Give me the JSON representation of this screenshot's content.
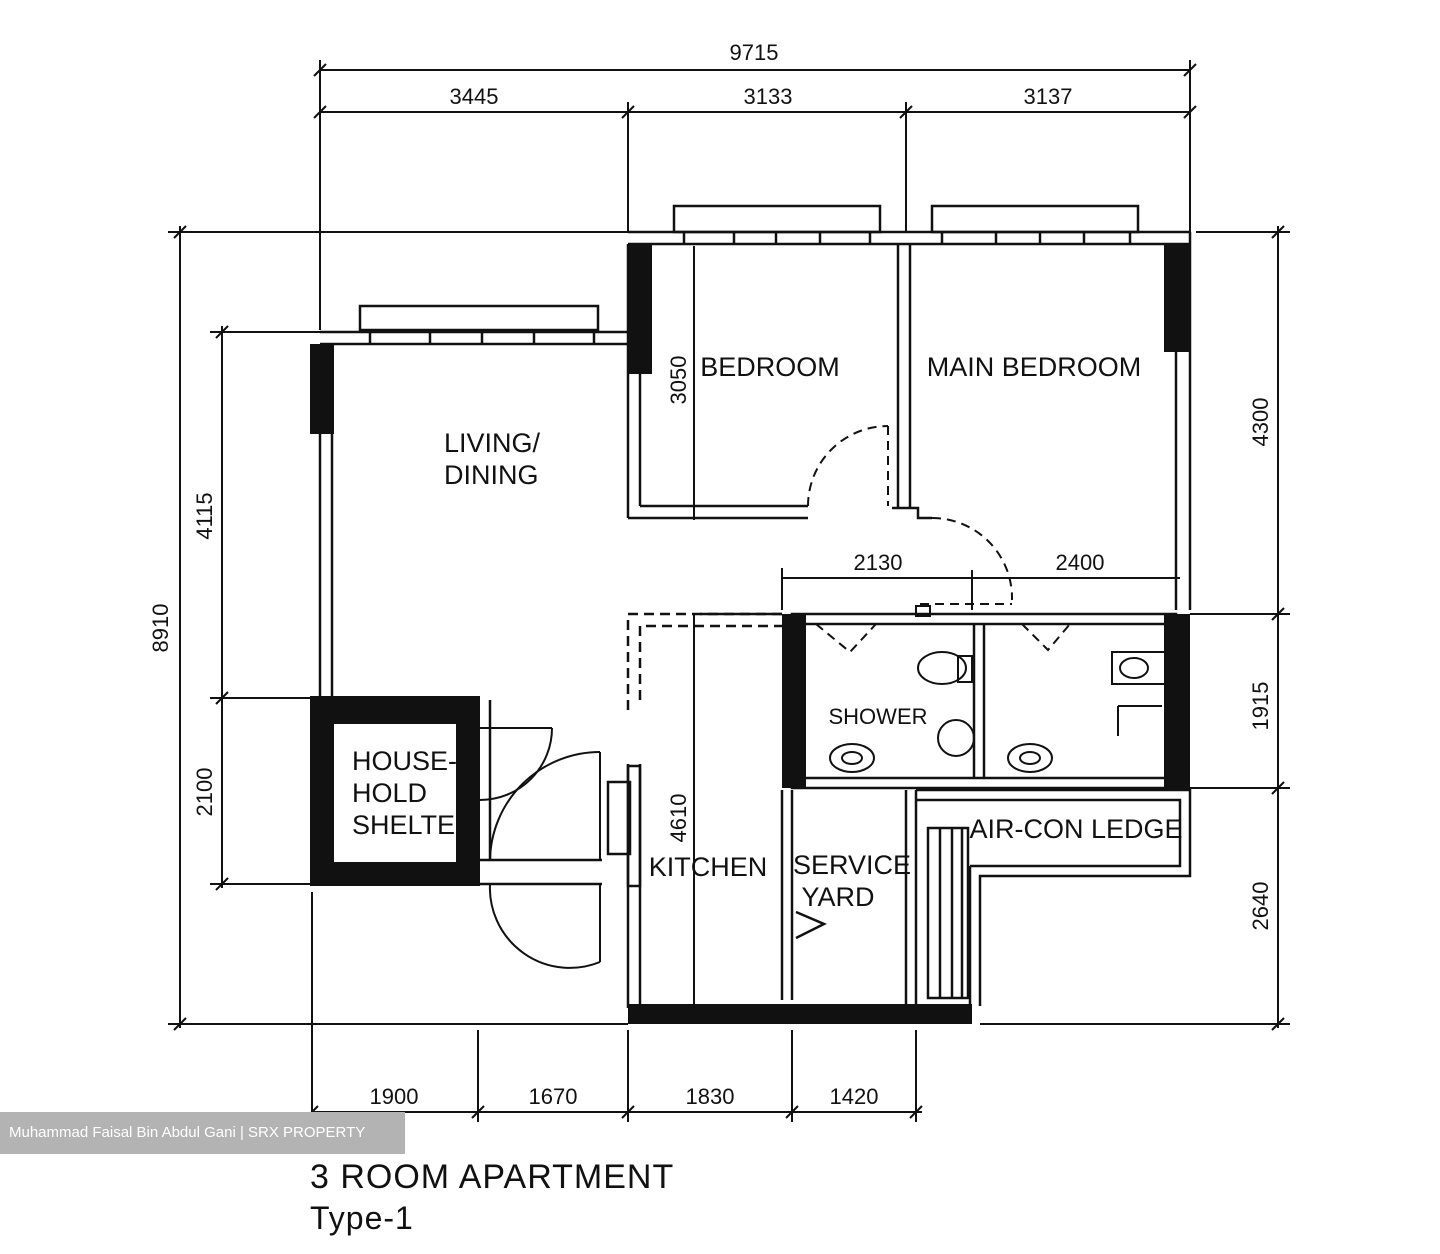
{
  "plan": {
    "title": "3 ROOM APARTMENT",
    "subtitle": "Type-1",
    "rooms": {
      "bedroom": "BEDROOM",
      "main_bedroom": "MAIN BEDROOM",
      "living_1": "LIVING/",
      "living_2": "DINING",
      "shelter_1": "HOUSE-",
      "shelter_2": "HOLD",
      "shelter_3": "SHELTER",
      "kitchen": "KITCHEN",
      "service_1": "SERVICE",
      "service_2": "YARD",
      "aircon": "AIR-CON LEDGE",
      "bath_label": "SHOWER"
    },
    "dimensions": {
      "overall_width": "9715",
      "top_1": "3445",
      "top_2": "3133",
      "top_3": "3137",
      "left_overall": "8910",
      "left_upper": "4115",
      "left_lower": "2100",
      "right_upper": "4300",
      "right_mid": "1915",
      "right_lower": "2640",
      "bedroom_depth": "3050",
      "bath_1": "2130",
      "bath_2": "2400",
      "kitchen_len": "4610",
      "bottom_1": "1900",
      "bottom_2": "1670",
      "bottom_3": "1830",
      "bottom_4": "1420"
    }
  },
  "watermark": "Muhammad Faisal Bin Abdul Gani | SRX PROPERTY"
}
